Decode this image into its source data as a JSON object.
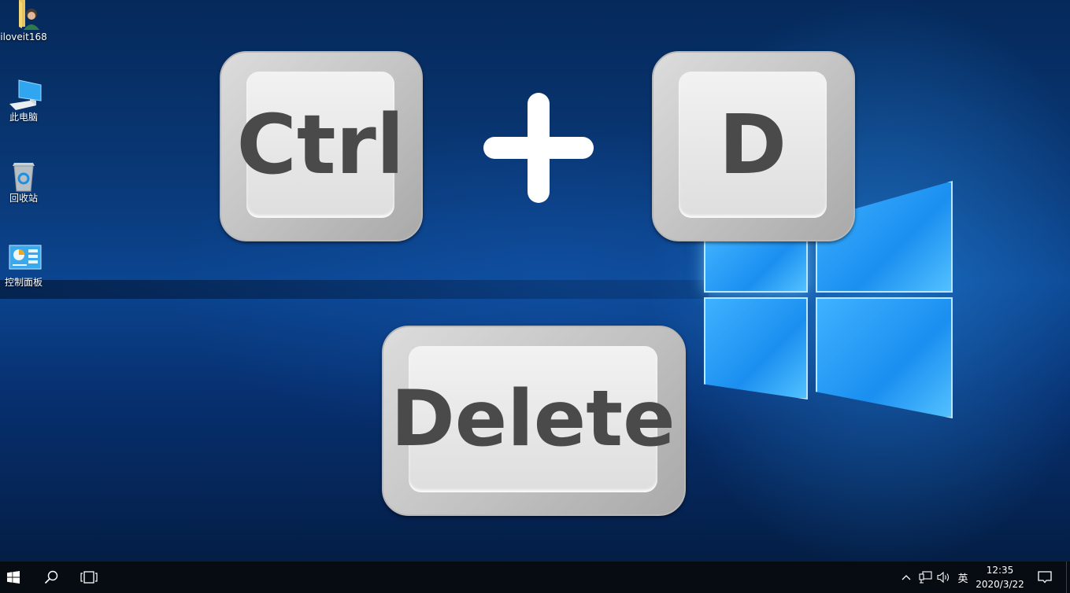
{
  "desktop": {
    "icons": [
      {
        "label": "iloveit168",
        "icon": "user-folder-icon"
      },
      {
        "label": "此电脑",
        "icon": "computer-icon"
      },
      {
        "label": "回收站",
        "icon": "recycle-bin-icon"
      },
      {
        "label": "控制面板",
        "icon": "control-panel-icon"
      }
    ],
    "wallpaper": {
      "keys": [
        {
          "label": "Ctrl"
        },
        {
          "label": "D"
        },
        {
          "label": "Delete"
        }
      ],
      "operator": "+"
    }
  },
  "taskbar": {
    "start_icon": "windows-start-icon",
    "search_icon": "search-icon",
    "task_view_icon": "task-view-icon",
    "tray": {
      "chevron": "^",
      "network_icon": "network-icon",
      "volume_icon": "volume-icon",
      "ime_label": "英",
      "time": "12:35",
      "date": "2020/3/22",
      "notification_icon": "action-center-icon"
    }
  },
  "colors": {
    "taskbar_bg": "#070b12",
    "key_text": "#4a4a4a",
    "wallpaper_blue": "#0b4590"
  }
}
